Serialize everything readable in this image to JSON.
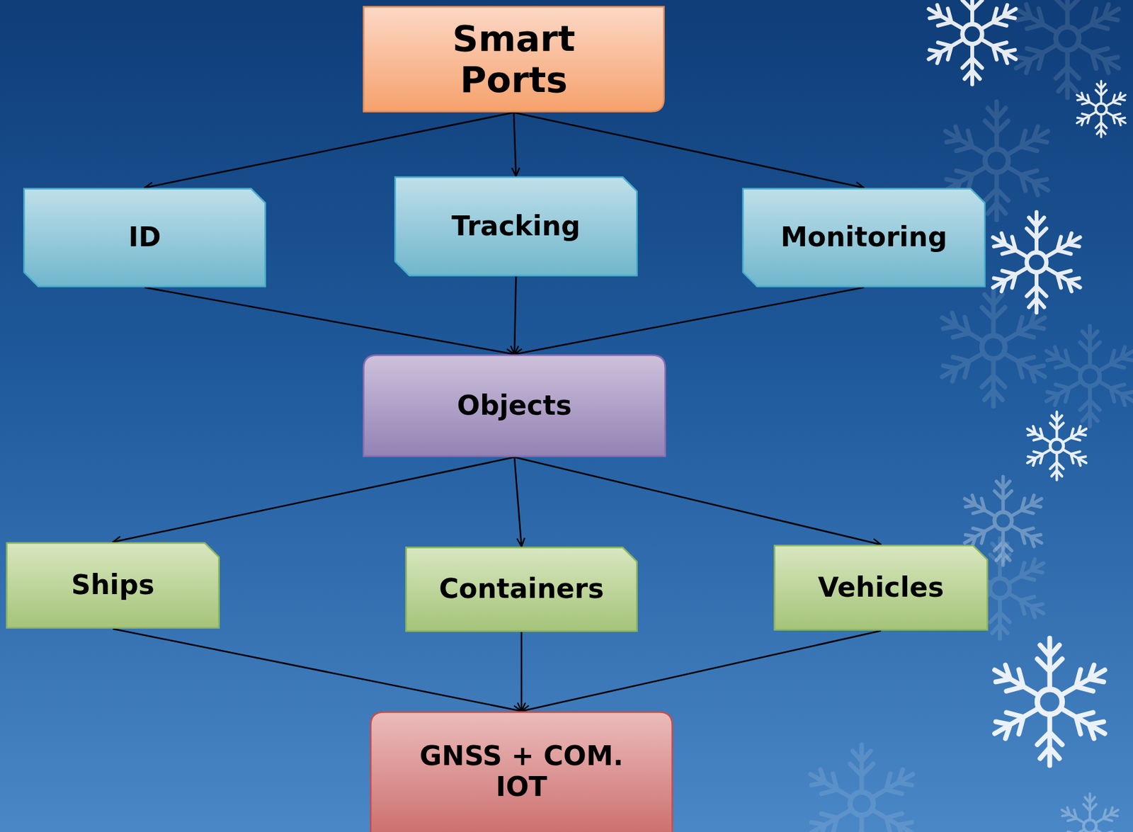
{
  "diagram": {
    "nodes": [
      {
        "text": [
          "Smart Ports"
        ]
      },
      {
        "text": [
          "ID"
        ]
      },
      {
        "text": [
          "Tracking"
        ]
      },
      {
        "text": [
          "Monitoring"
        ]
      },
      {
        "text": [
          "Objects"
        ]
      },
      {
        "text": [
          "Ships"
        ]
      },
      {
        "text": [
          "Containers"
        ]
      },
      {
        "text": [
          "Vehicles"
        ]
      },
      {
        "text": [
          "GNSS + COM. IOT"
        ]
      }
    ],
    "edges": [
      {
        "from": 0,
        "to": 1,
        "arrow": "to"
      },
      {
        "from": 0,
        "to": 2,
        "arrow": "to"
      },
      {
        "from": 0,
        "to": 3,
        "arrow": "to"
      },
      {
        "from": 1,
        "to": 4,
        "arrow": "to"
      },
      {
        "from": 2,
        "to": 4,
        "arrow": "to"
      },
      {
        "from": 3,
        "to": 4,
        "arrow": "to"
      },
      {
        "from": 4,
        "to": 5,
        "arrow": "to"
      },
      {
        "from": 4,
        "to": 6,
        "arrow": "to"
      },
      {
        "from": 4,
        "to": 7,
        "arrow": "to"
      },
      {
        "from": 5,
        "to": 8,
        "arrow": "to"
      },
      {
        "from": 6,
        "to": 8,
        "arrow": "to"
      },
      {
        "from": 7,
        "to": 8,
        "arrow": "to"
      }
    ]
  }
}
